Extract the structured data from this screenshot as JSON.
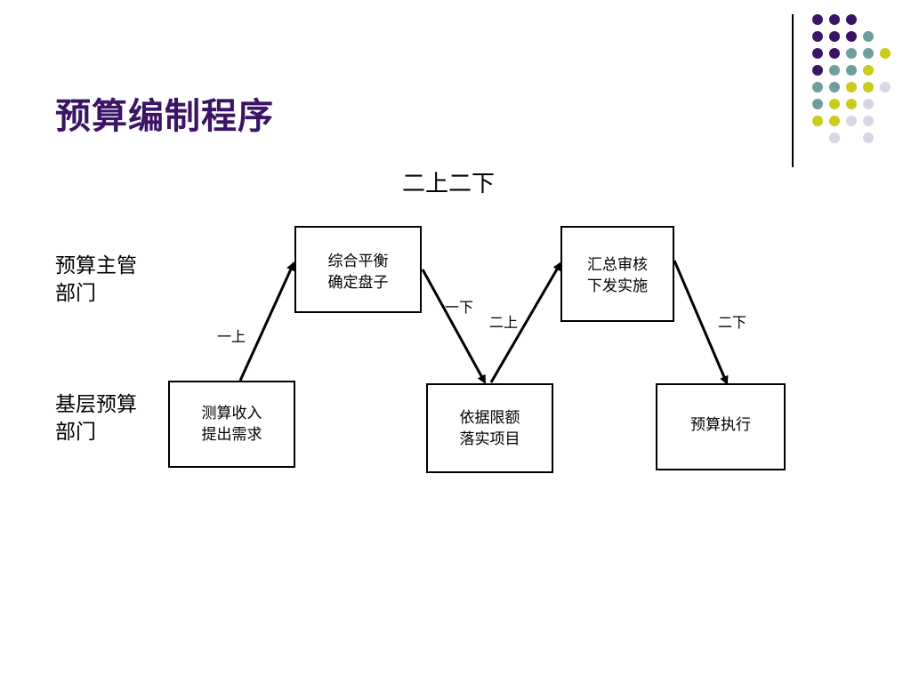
{
  "slide": {
    "title": "预算编制程序",
    "subtitle": "二上二下"
  },
  "rows": {
    "top": [
      "预算主管",
      "部门"
    ],
    "bottom": [
      "基层预算",
      "部门"
    ]
  },
  "boxes": {
    "calc": [
      "测算收入",
      "提出需求"
    ],
    "balance": [
      "综合平衡",
      "确定盘子"
    ],
    "implement": [
      "依据限额",
      "落实项目"
    ],
    "review": [
      "汇总审核",
      "下发实施"
    ],
    "execute": [
      "预算执行"
    ]
  },
  "edges": {
    "up1": "一上",
    "down1": "一下",
    "up2": "二上",
    "down2": "二下"
  },
  "colors": {
    "title": "#3b1466",
    "dot_purple": "#3b1466",
    "dot_teal": "#6f9e9e",
    "dot_yellow": "#c9cc1a",
    "dot_lavender": "#d6d6e6"
  }
}
